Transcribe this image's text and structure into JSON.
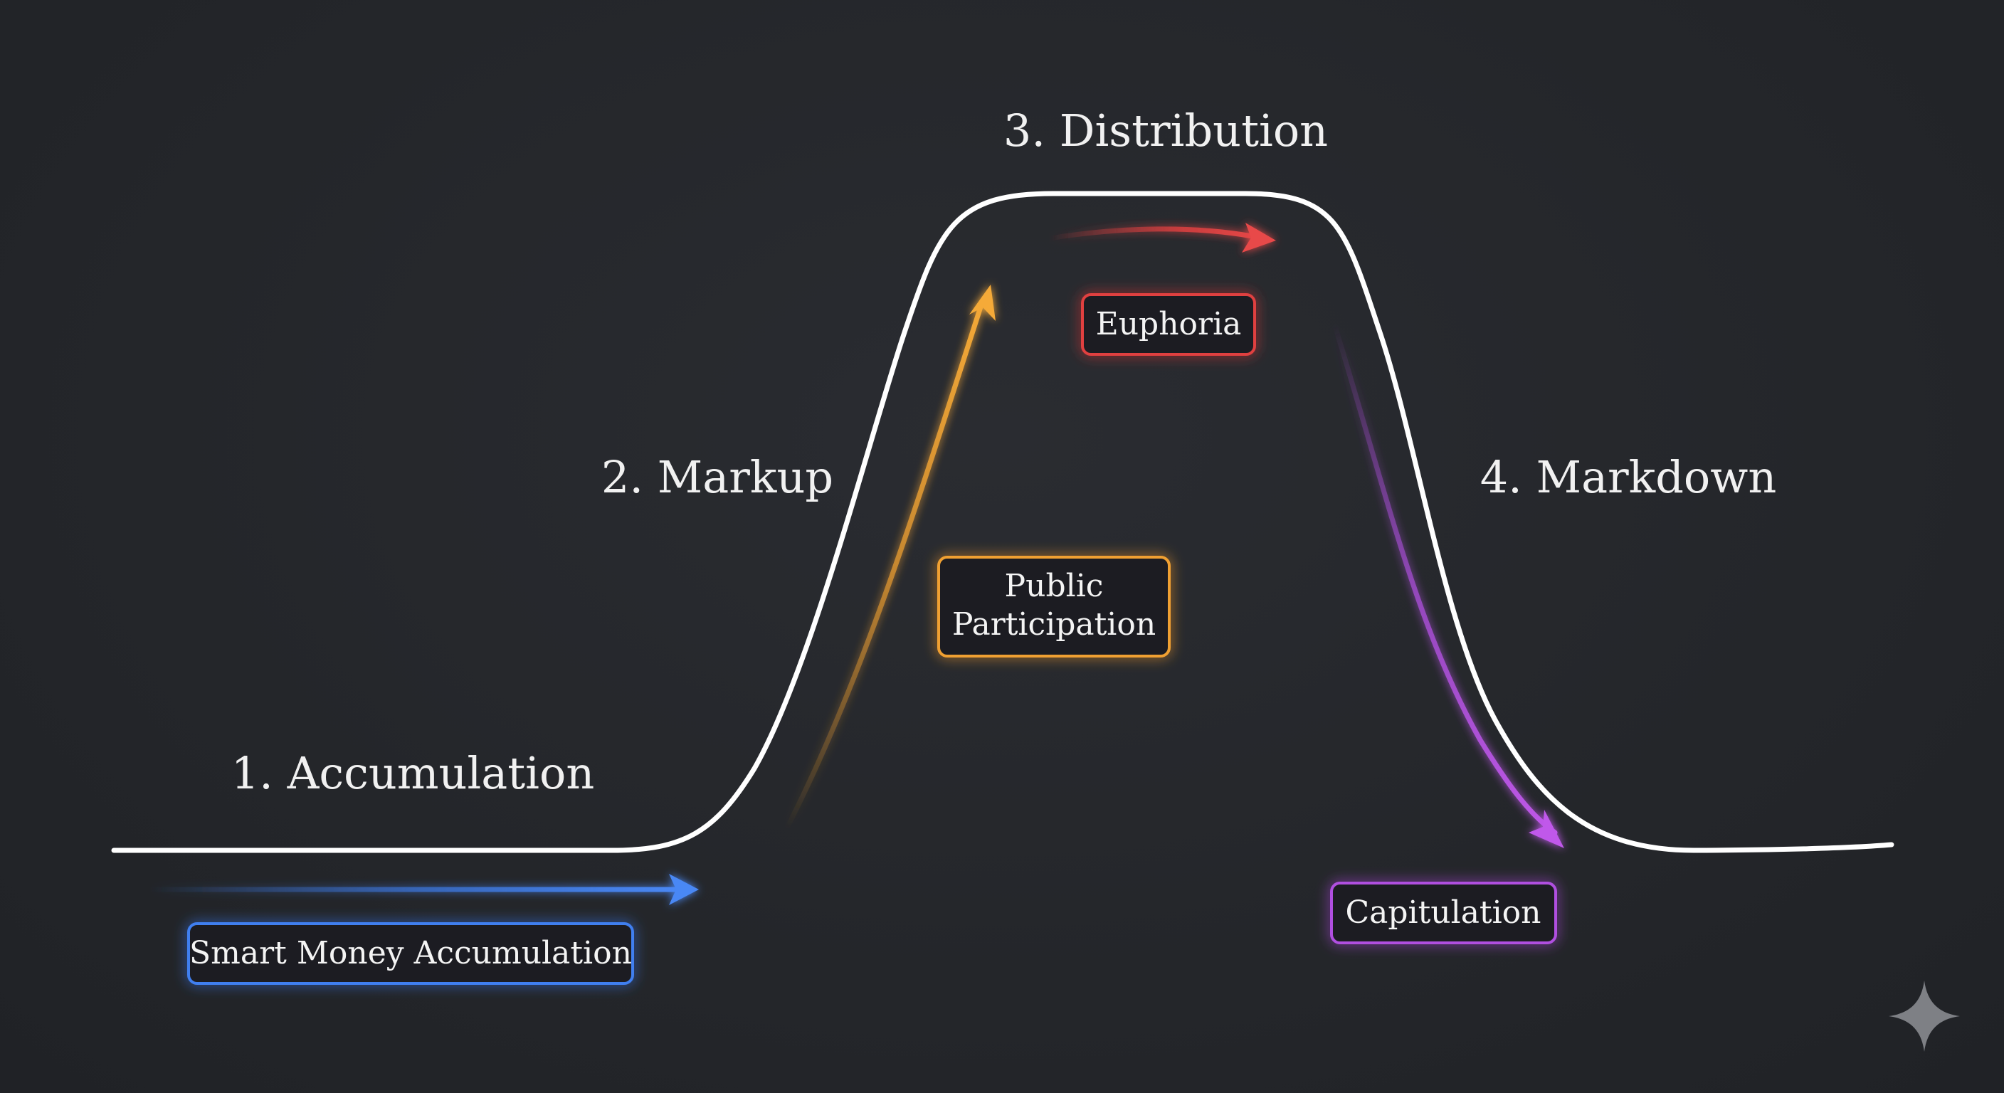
{
  "phases": {
    "accumulation": "1. Accumulation",
    "markup": "2. Markup",
    "distribution": "3. Distribution",
    "markdown": "4. Markdown"
  },
  "boxes": {
    "smart_money": "Smart Money Accumulation",
    "public_participation_line1": "Public",
    "public_participation_line2": "Participation",
    "euphoria": "Euphoria",
    "capitulation": "Capitulation"
  },
  "colors": {
    "background": "#25272c",
    "curve": "#ffffff",
    "accumulation": "#3f7ff0",
    "markup": "#f0a030",
    "distribution": "#e04040",
    "markdown": "#b050e0"
  },
  "icons": {
    "corner": "sparkle-icon"
  }
}
